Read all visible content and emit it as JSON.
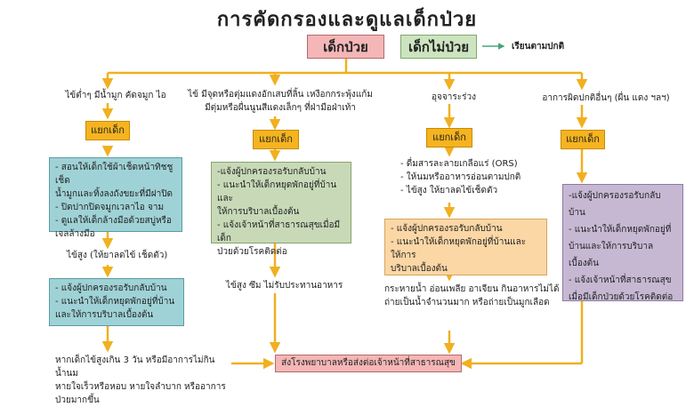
{
  "title": "การคัดกรองและดูแลเด็กป่วย",
  "top": {
    "sick": "เด็กป่วย",
    "not_sick": "เด็กไม่ป่วย",
    "not_sick_result": "เรียนตามปกติ"
  },
  "separate_label": "แยกเด็ก",
  "col1": {
    "symptom": "ไข้ต่ำๆ มีน้ำมูก คัดจมูก ไอ",
    "care": [
      "- สอนให้เด็กใช้ผ้าเช็ดหน้าทิชชูเช็ด",
      "น้ำมูกและทิ้งลงถังขยะที่มีฝาปิด",
      "- ปิดปากปิดจมูกเวลาไอ จาม",
      "- ดูแลให้เด็กล้างมือด้วยสบู่หรือ",
      "เจลล้างมือ"
    ],
    "fever": "ไข้สูง (ให้ยาลดไข้ เช็ดตัว)",
    "care2": [
      "- แจ้งผู้ปกครองรอรับกลับบ้าน",
      "- แนะนำให้เด็กหยุดพักอยู่ที่บ้าน",
      "และให้การบริบาลเบื้องต้น"
    ],
    "severe": [
      "หากเด็กไข้สูงเกิน 3 วัน หรือมีอาการไม่กินน้ำนม",
      "หายใจเร็วหรือหอบ หายใจลำบาก หรืออาการป่วยมากขึ้น"
    ]
  },
  "col2": {
    "symptom": [
      "ไข้ มีจุดหรือตุ่มแดงอักเสบที่ลิ้น เหงือกกระพุ้งแก้ม",
      "มีตุ่มหรือผื่นนูนสีแดงเล็กๆ ที่ฝ่ามือฝ่าเท้า"
    ],
    "care": [
      "-แจ้งผู้ปกครองรอรับกลับบ้าน",
      "- แนะนำให้เด็กหยุดพักอยู่ที่บ้านและ",
      "ให้การบริบาลเบื้องต้น",
      "- แจ้งเจ้าหน้าที่สาธารณสุขเมื่อมีเด็ก",
      "ป่วยด้วยโรคติดต่อ"
    ],
    "severe": "ไข้สูง ซึม ไม่รับประทานอาหาร"
  },
  "col3": {
    "symptom": "อุจจาระร่วง",
    "care": [
      "- ดื่มสารละลายเกลือแร่ (ORS)",
      "- ให้นมหรืออาหารอ่อนตามปกติ",
      "- ไข้สูง ให้ยาลดไข้เช็ดตัว"
    ],
    "care2": [
      "- แจ้งผู้ปกครองรอรับกลับบ้าน",
      "- แนะนำให้เด็กหยุดพักอยู่ที่บ้านและให้การ",
      "บริบาลเบื้องต้น"
    ],
    "severe": [
      "กระหายน้ำ อ่อนเพลีย อาเจียน กินอาหารไม่ได้",
      "ถ่ายเป็นน้ำจำนวนมาก หรือถ่ายเป็นมูกเลือด"
    ]
  },
  "col4": {
    "symptom": "อาการผิดปกติอื่นๆ (ผื่น แดง ฯลฯ)",
    "care": [
      "-แจ้งผู้ปกครองรอรับกลับบ้าน",
      "- แนะนำให้เด็กหยุดพักอยู่ที่",
      "บ้านและให้การบริบาล",
      "เบื้องต้น",
      "- แจ้งเจ้าหน้าที่สาธารณสุข",
      "เมื่อมีเด็กป่วยด้วยโรคติดต่อ"
    ]
  },
  "referral": "ส่งโรงพยาบาลหรือส่งต่อเจ้าหน้าที่สาธารณสุข"
}
